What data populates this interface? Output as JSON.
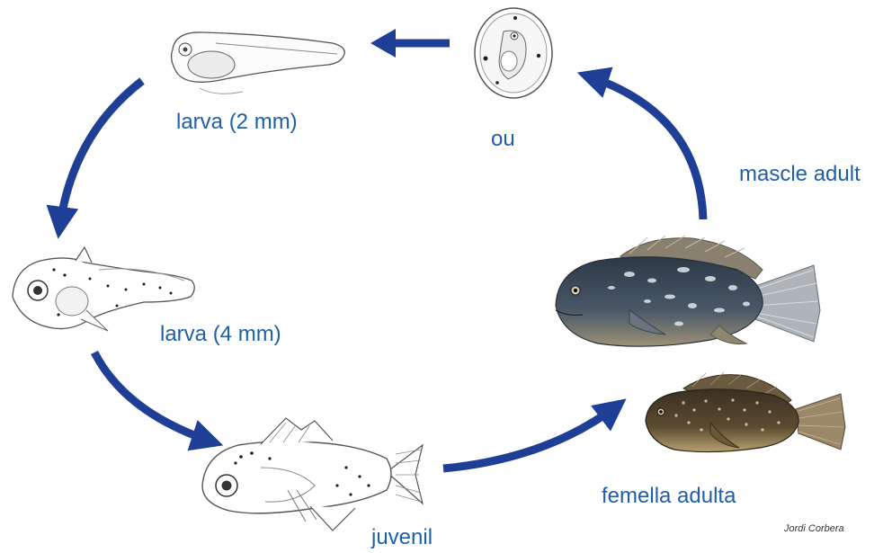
{
  "diagram": {
    "stages": {
      "egg": "ou",
      "larva_small": "larva (2 mm)",
      "larva_large": "larva (4 mm)",
      "juvenile": "juvenil",
      "adult_female": "femella adulta",
      "adult_male": "mascle adult"
    },
    "credit": "Jordi Corbera",
    "colors": {
      "arrow": "#1e3f95",
      "label": "#1f5fa8",
      "adult_body": "#3c4a5a",
      "adult_belly": "#a89b82",
      "female_body": "#4a3e2c",
      "line_art": "#444444"
    }
  }
}
